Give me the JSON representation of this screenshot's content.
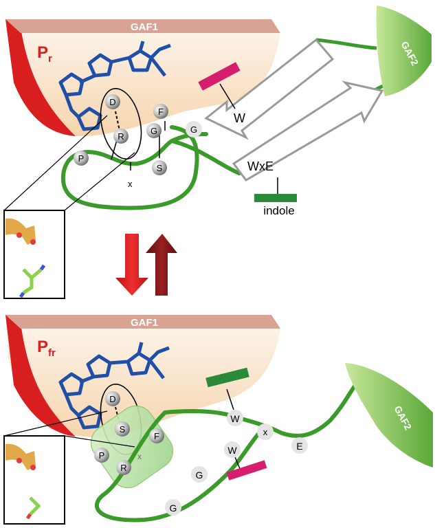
{
  "top_panel": {
    "domain_label": "GAF1",
    "state_label": "P",
    "state_sub": "r",
    "gaf2_label": "GAF2",
    "residues": {
      "D": "D",
      "R": "R",
      "F": "F",
      "G1": "G",
      "G2": "G",
      "P": "P",
      "S": "S"
    },
    "x_label": "x",
    "strand1_label": "W",
    "strand2_label": "WxE",
    "indole_label": "indole"
  },
  "bottom_panel": {
    "domain_label": "GAF1",
    "state_label": "P",
    "state_sub": "fr",
    "gaf2_label": "GAF2",
    "residues": {
      "D": "D",
      "S": "S",
      "F": "F",
      "P": "P",
      "R": "R",
      "x": "x",
      "W1": "W",
      "x2": "x",
      "E": "E",
      "W2": "W",
      "G1": "G",
      "G2": "G"
    }
  },
  "colors": {
    "red_state": "#d81e1e",
    "dark_red": "#8b1a1a",
    "green_loop": "#3a9a2a",
    "magenta_bar": "#d61d6e",
    "dark_green_bar": "#2a8a3a",
    "chromophore": "#1f4fa8",
    "gaf_band": "#d9a393"
  }
}
